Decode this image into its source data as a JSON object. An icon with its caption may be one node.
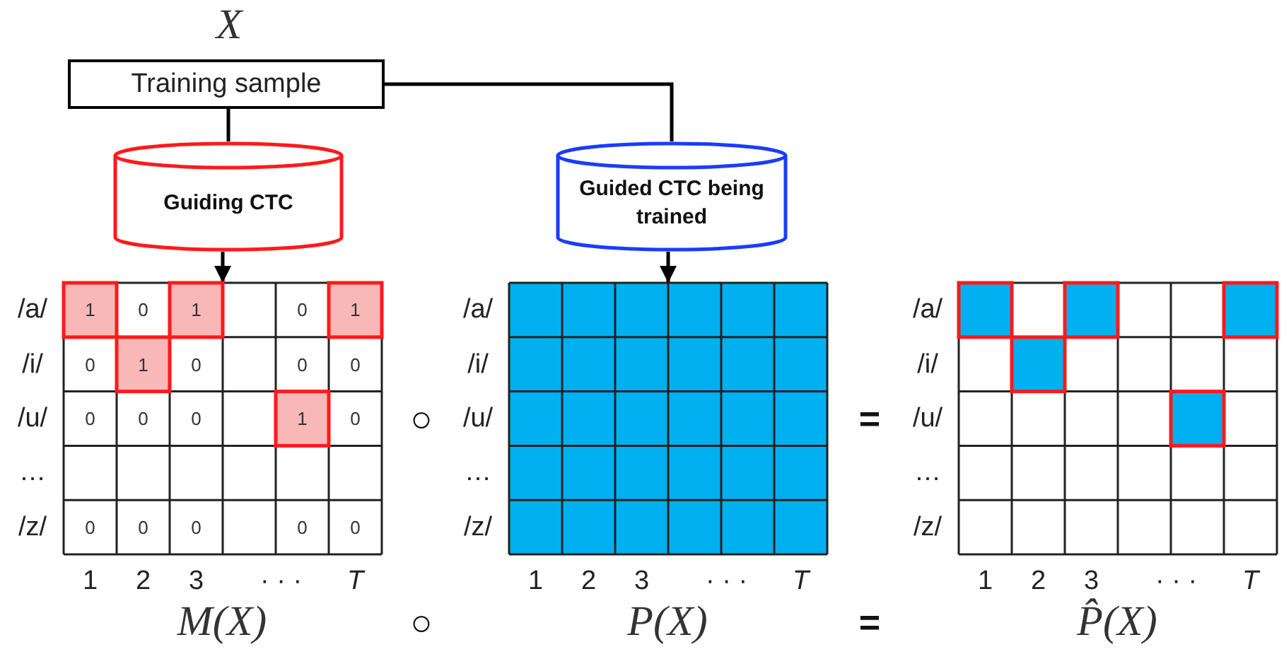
{
  "diagram": {
    "nodes": [
      {
        "text": [
          "Training sample"
        ],
        "beside": [
          "X"
        ]
      },
      {
        "text": [
          "Guiding CTC"
        ]
      },
      {
        "text": [
          "Guided CTC being trained"
        ]
      },
      {
        "text": [],
        "shape": "grid",
        "beside": [
          "M(X)"
        ]
      },
      {
        "text": [],
        "shape": "grid",
        "beside": [
          "P(X)"
        ]
      },
      {
        "text": [],
        "shape": "grid",
        "beside": [
          "P̂(X)"
        ]
      }
    ],
    "edges": [
      {
        "from": 0,
        "to": 1,
        "arrow": "none"
      },
      {
        "from": 0,
        "to": 2,
        "arrow": "none"
      },
      {
        "from": 1,
        "to": 3,
        "arrow": "to"
      },
      {
        "from": 2,
        "to": 4,
        "arrow": "to"
      }
    ],
    "labels": [
      "/a/",
      "1",
      "0",
      "1",
      "0",
      "1",
      "/a/",
      "/a/",
      "/i/",
      "0",
      "1",
      "0",
      "0",
      "0",
      "/i/",
      "/i/",
      "/u/",
      "0",
      "0",
      "0",
      "1",
      "0",
      "○",
      "/u/",
      "=",
      "/u/",
      "…",
      "…",
      "…",
      "/z/",
      "0",
      "0",
      "0",
      "0",
      "0",
      "/z/",
      "/z/",
      "1",
      "2",
      "3",
      "· · ·",
      "T",
      "1",
      "2",
      "3",
      "· · ·",
      "T",
      "1",
      "2",
      "3",
      "· · ·",
      "T",
      "○",
      "="
    ]
  }
}
